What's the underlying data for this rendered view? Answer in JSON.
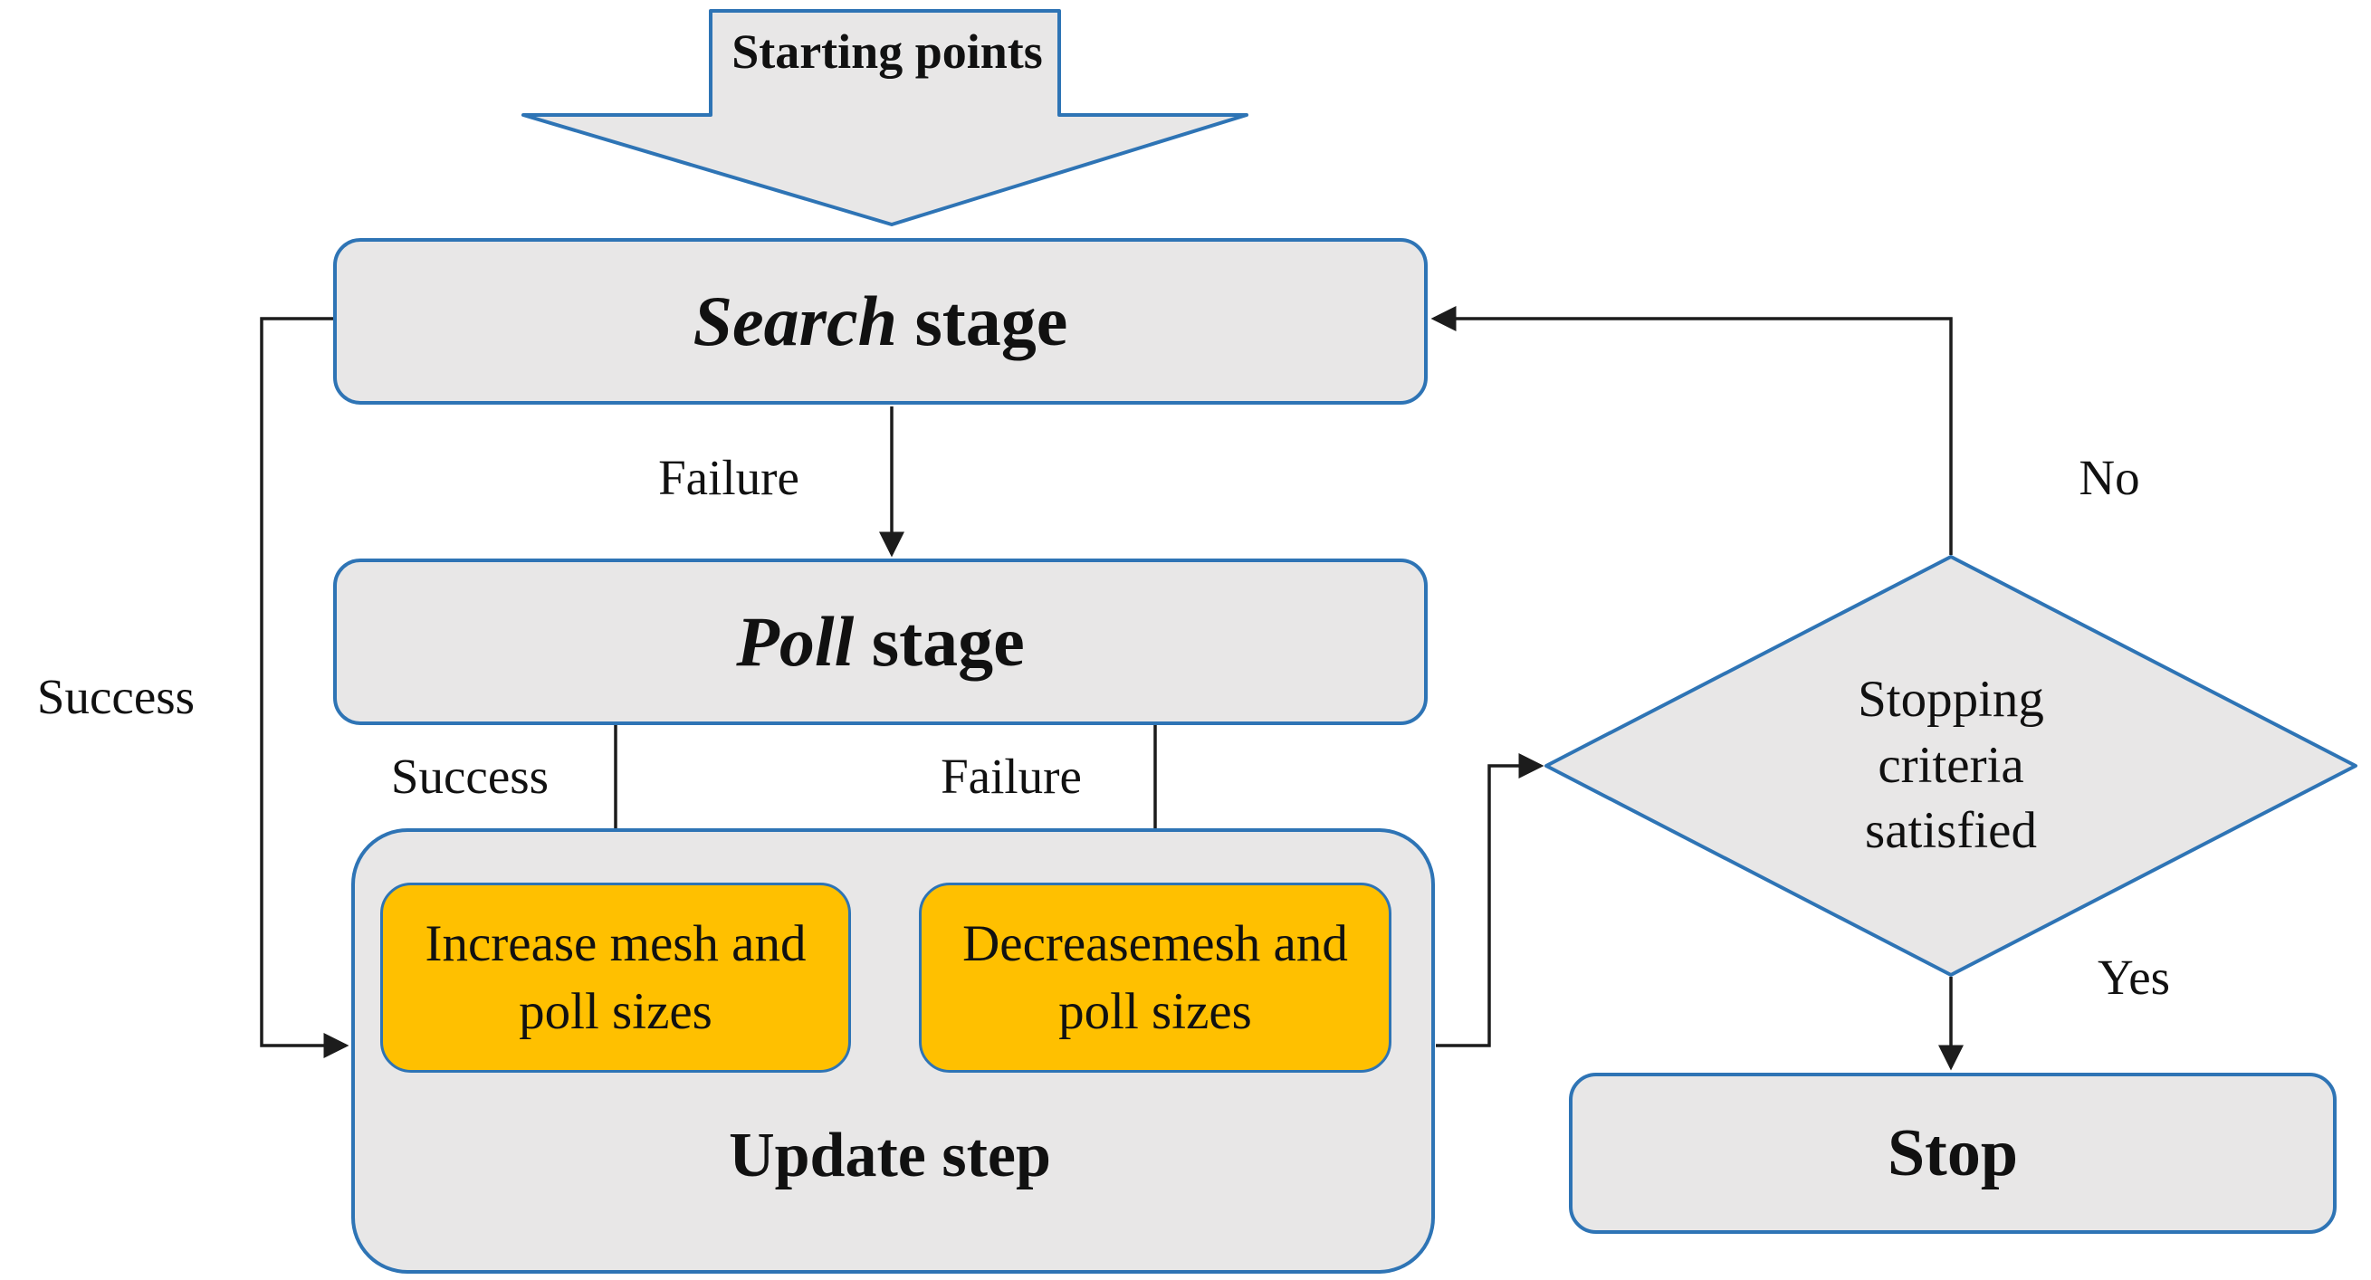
{
  "diagram": {
    "type": "flowchart",
    "start_arrow": {
      "label": "Starting points"
    },
    "nodes": {
      "search": {
        "italic": "Search",
        "rest": " stage"
      },
      "poll": {
        "italic": "Poll",
        "rest": " stage"
      },
      "increase": {
        "label": "Increase mesh and poll sizes"
      },
      "decrease": {
        "label": "Decreasemesh and poll sizes"
      },
      "update": {
        "label": "Update step"
      },
      "decision": {
        "line1": "Stopping",
        "line2": "criteria",
        "line3": "satisfied"
      },
      "stop": {
        "label": "Stop"
      }
    },
    "edge_labels": {
      "failure_search_to_poll": "Failure",
      "success_poll_to_increase": "Success",
      "failure_poll_to_decrease": "Failure",
      "success_search_to_update": "Success",
      "no_decision_to_search": "No",
      "yes_decision_to_stop": "Yes"
    },
    "colors": {
      "node_fill": "#e8e7e7",
      "node_border": "#2e74b5",
      "highlight_fill": "#ffc000",
      "connector": "#1c1c1c",
      "text": "#111111",
      "background": "#ffffff"
    }
  }
}
